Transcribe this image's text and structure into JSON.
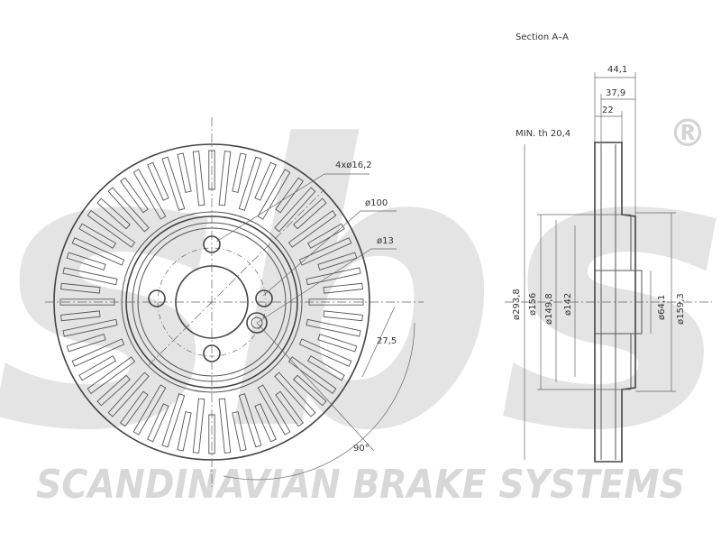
{
  "colors": {
    "watermark": "#d8d8d8",
    "line": "#555555",
    "text": "#333333",
    "background": "#ffffff"
  },
  "watermark": {
    "logo_text": "sbs",
    "registered_mark": "®",
    "tagline": "SCANDINAVIAN BRAKE SYSTEMS"
  },
  "front_view": {
    "vanes_count": 60,
    "labels": {
      "bolt_holes": "4xø16,2",
      "pcd": "ø100",
      "small_hole": "ø13",
      "offset": "27,5",
      "angle": "90°"
    }
  },
  "section_view": {
    "title": "Section A–A",
    "min_thickness": "MIN. th 20,4",
    "widths": [
      "44,1",
      "37,9",
      "22"
    ],
    "diameters": [
      "ø293,8",
      "ø156",
      "ø149,8",
      "ø142",
      "ø64,1",
      "ø159,3"
    ]
  }
}
